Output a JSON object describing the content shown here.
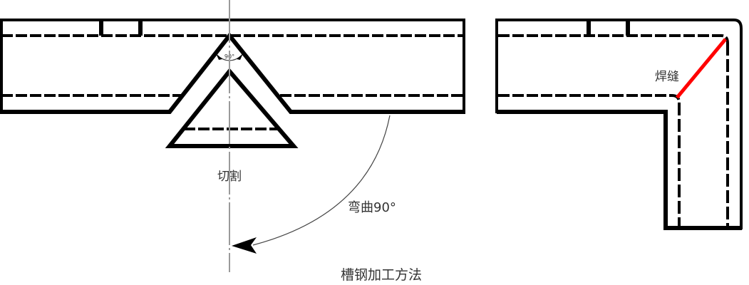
{
  "diagram": {
    "title": "槽钢加工方法",
    "labels": {
      "cut": "切割",
      "bend": "弯曲90°",
      "weld": "焊缝",
      "angle": "90°"
    },
    "colors": {
      "outline": "#000000",
      "centerline": "#9a9a9a",
      "weld_seam": "#ff0000",
      "background": "#ffffff"
    },
    "components": [
      {
        "id": "straight-channel",
        "description": "Straight channel steel with V-notch cut"
      },
      {
        "id": "v-notch-cutout",
        "description": "Triangular piece removed by cutting"
      },
      {
        "id": "bend-arrow",
        "description": "Curved arrow indicating 90° bend"
      },
      {
        "id": "bent-channel",
        "description": "L-shaped channel after bending with weld seam"
      }
    ]
  }
}
